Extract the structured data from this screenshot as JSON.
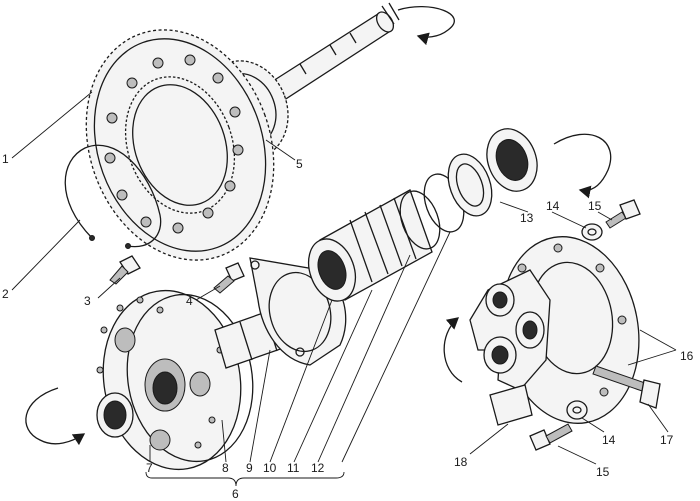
{
  "callouts": [
    {
      "id": "c1",
      "text": "1"
    },
    {
      "id": "c2",
      "text": "2"
    },
    {
      "id": "c3",
      "text": "3"
    },
    {
      "id": "c4",
      "text": "4"
    },
    {
      "id": "c5",
      "text": "5"
    },
    {
      "id": "c6",
      "text": "6"
    },
    {
      "id": "c7",
      "text": "7"
    },
    {
      "id": "c8",
      "text": "8"
    },
    {
      "id": "c9",
      "text": "9"
    },
    {
      "id": "c10",
      "text": "10"
    },
    {
      "id": "c11",
      "text": "11"
    },
    {
      "id": "c12",
      "text": "12"
    },
    {
      "id": "c13",
      "text": "13"
    },
    {
      "id": "c14a",
      "text": "14"
    },
    {
      "id": "c15a",
      "text": "15"
    },
    {
      "id": "c16",
      "text": "16"
    },
    {
      "id": "c17",
      "text": "17"
    },
    {
      "id": "c14b",
      "text": "14"
    },
    {
      "id": "c15b",
      "text": "15"
    },
    {
      "id": "c18",
      "text": "18"
    }
  ]
}
